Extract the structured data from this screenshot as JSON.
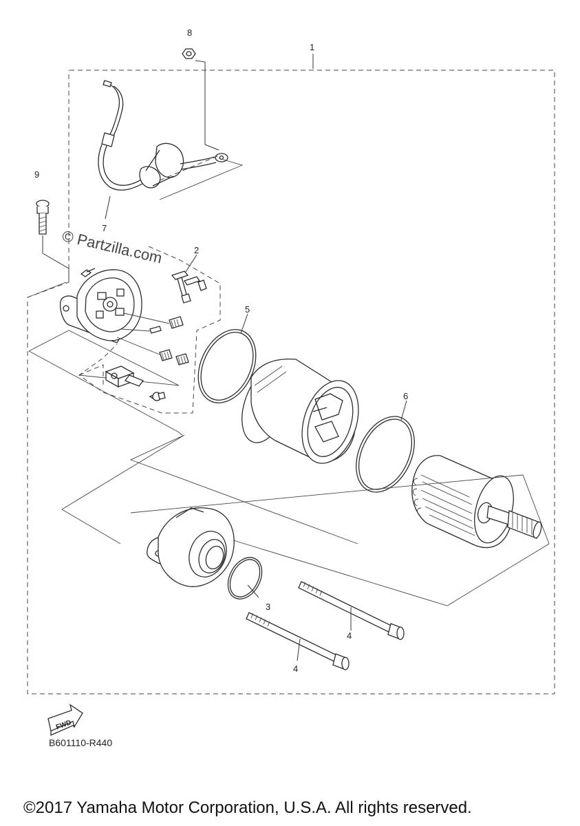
{
  "diagram": {
    "callouts": [
      {
        "id": "c1",
        "label": "1"
      },
      {
        "id": "c2",
        "label": "2"
      },
      {
        "id": "c3",
        "label": "3"
      },
      {
        "id": "c4a",
        "label": "4"
      },
      {
        "id": "c4b",
        "label": "4"
      },
      {
        "id": "c5",
        "label": "5"
      },
      {
        "id": "c6",
        "label": "6"
      },
      {
        "id": "c7",
        "label": "7"
      },
      {
        "id": "c8",
        "label": "8"
      },
      {
        "id": "c9",
        "label": "9"
      }
    ],
    "watermark": "© Partzilla.com",
    "fwd_label": "FWD",
    "diagram_code": "B601110-R440"
  },
  "footer": {
    "copyright": "©2017 Yamaha Motor Corporation, U.S.A. All rights reserved."
  }
}
